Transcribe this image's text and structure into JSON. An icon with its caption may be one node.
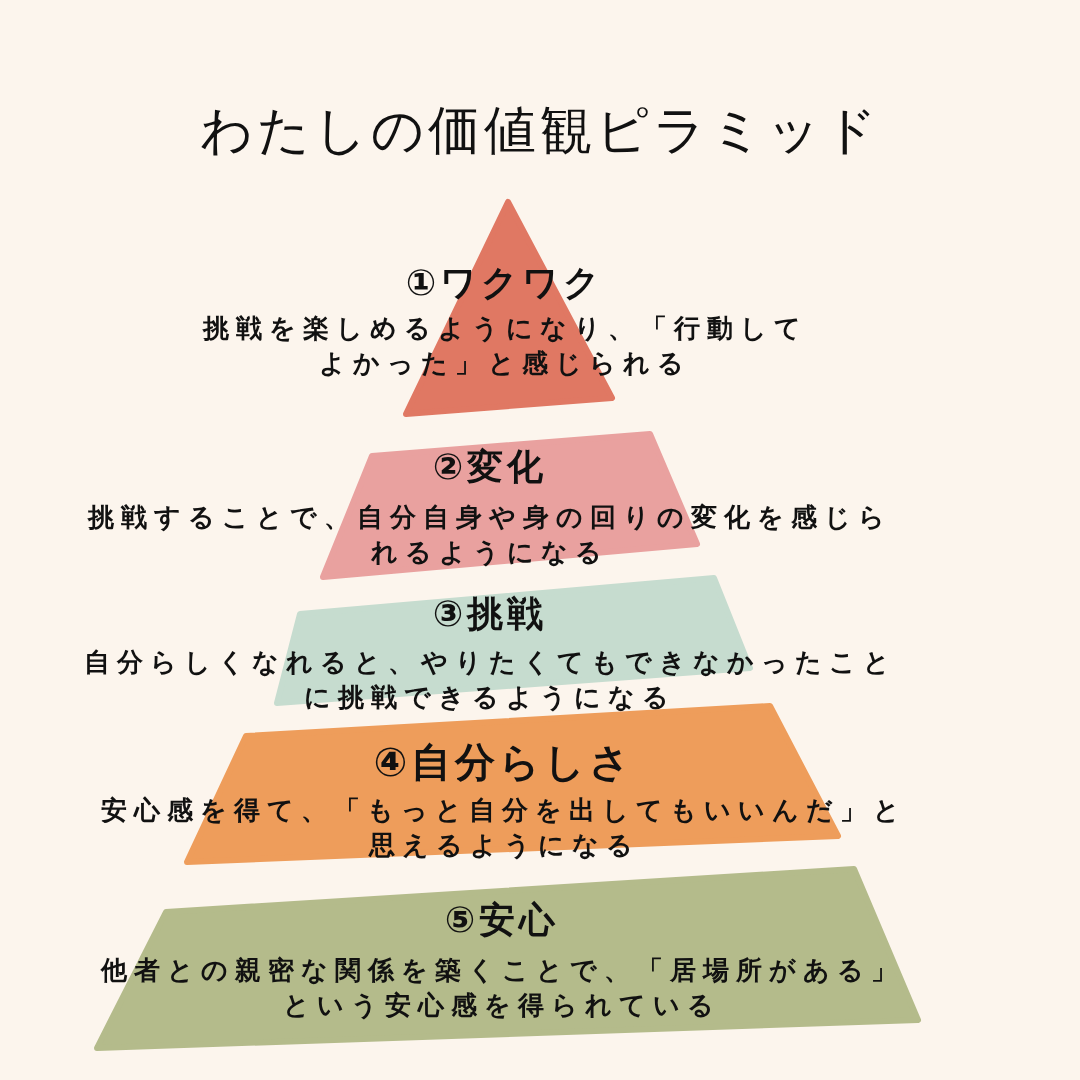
{
  "diagram": {
    "title": "わたしの価値観ピラミッド",
    "nodes": [
      {
        "text": [
          "①ワクワク",
          "挑戦を楽しめるようになり、「行動してよかった」と感じられる"
        ]
      },
      {
        "text": [
          "②変化",
          "挑戦することで、自分自身や身の回りの変化を感じられるようになる"
        ]
      },
      {
        "text": [
          "③挑戦",
          "自分らしくなれると、やりたくてもできなかったことに挑戦できるようになる"
        ]
      },
      {
        "text": [
          "④自分らしさ",
          "安心感を得て、「もっと自分を出してもいいんだ」と思えるようになる"
        ]
      },
      {
        "text": [
          "⑤安心",
          "他者との親密な関係を築くことで、「居場所がある」という安心感を得られている"
        ]
      }
    ]
  }
}
